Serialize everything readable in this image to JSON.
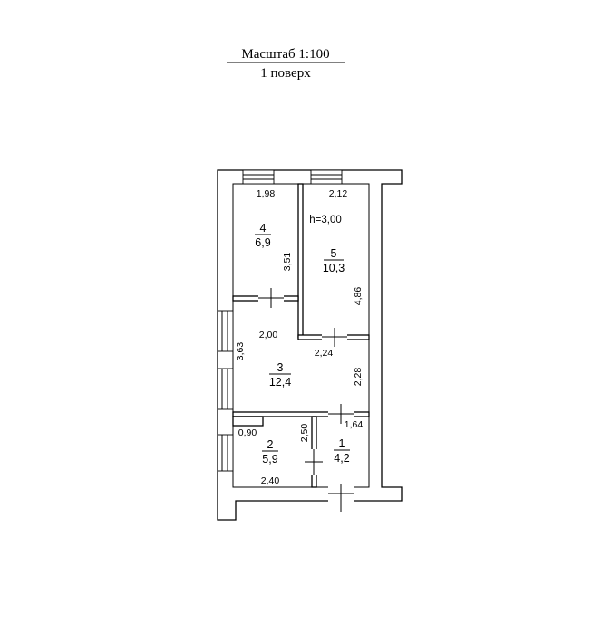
{
  "header": {
    "scale": "Масштаб 1:100",
    "floor": "1 поверх"
  },
  "height_note": "h=3,00",
  "rooms": [
    {
      "number": "1",
      "area": "4,2"
    },
    {
      "number": "2",
      "area": "5,9"
    },
    {
      "number": "3",
      "area": "12,4"
    },
    {
      "number": "4",
      "area": "6,9"
    },
    {
      "number": "5",
      "area": "10,3"
    }
  ],
  "dimensions": {
    "room4_width": "1,98",
    "room5_width": "2,12",
    "room4_depth": "3,51",
    "room5_depth": "4,86",
    "room3_width": "2,00",
    "room3_depth": "3,63",
    "room3_step": "2,24",
    "room3_side": "2,28",
    "room1_width": "1,64",
    "room2_step": "0,90",
    "room2_depth": "2,50",
    "room2_width": "2,40"
  }
}
